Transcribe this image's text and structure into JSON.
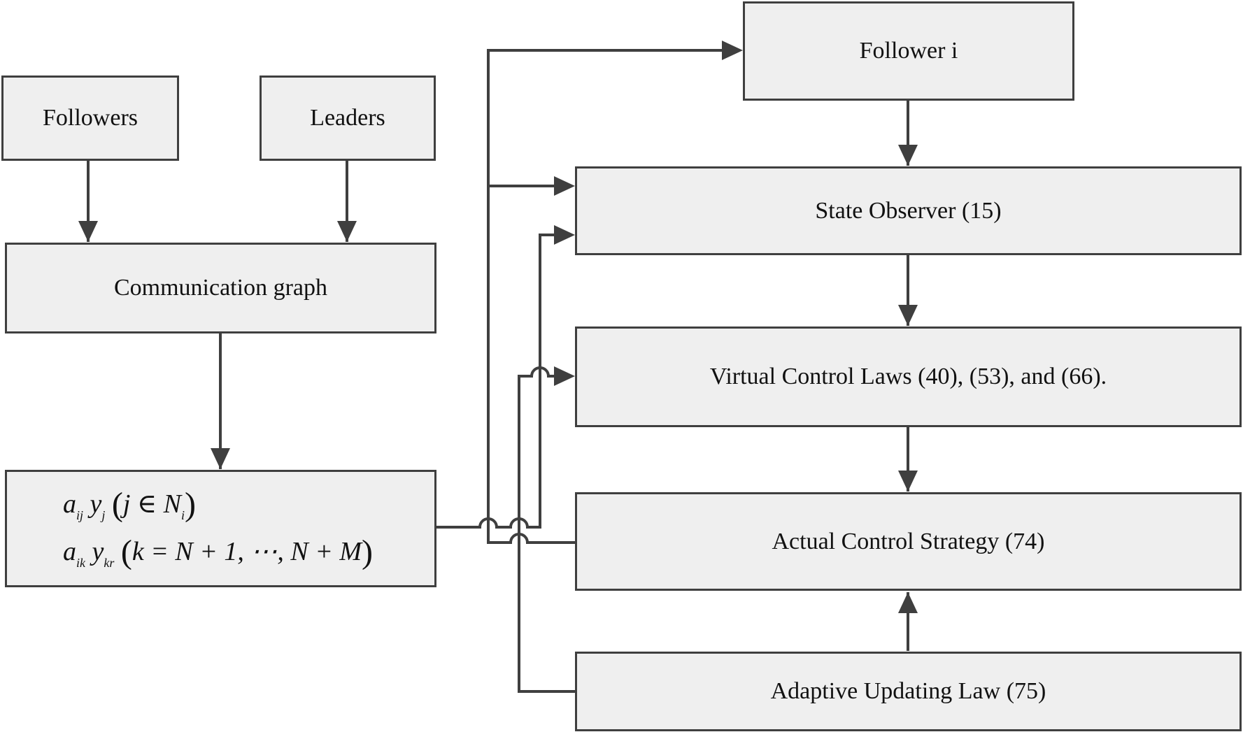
{
  "diagram": {
    "boxes": {
      "followers": "Followers",
      "leaders": "Leaders",
      "communication_graph": "Communication graph",
      "follower_i": "Follower i",
      "state_observer": "State Observer (15)",
      "virtual_control_laws": "Virtual Control Laws (40), (53), and (66).",
      "actual_control_strategy": "Actual Control Strategy (74)",
      "adaptive_updating_law": "Adaptive Updating Law (75)"
    },
    "equations": {
      "line1": {
        "a": "a",
        "a_sub": "ij",
        "y": "y",
        "y_sub": "j",
        "lp": "(",
        "body": "j ∈ N",
        "body_sub": "i",
        "rp": ")"
      },
      "line2": {
        "a": "a",
        "a_sub": "ik",
        "y": "y",
        "y_sub": "kr",
        "lp": "(",
        "body": "k = N + 1, ⋯, N + M",
        "rp": ")"
      }
    }
  }
}
